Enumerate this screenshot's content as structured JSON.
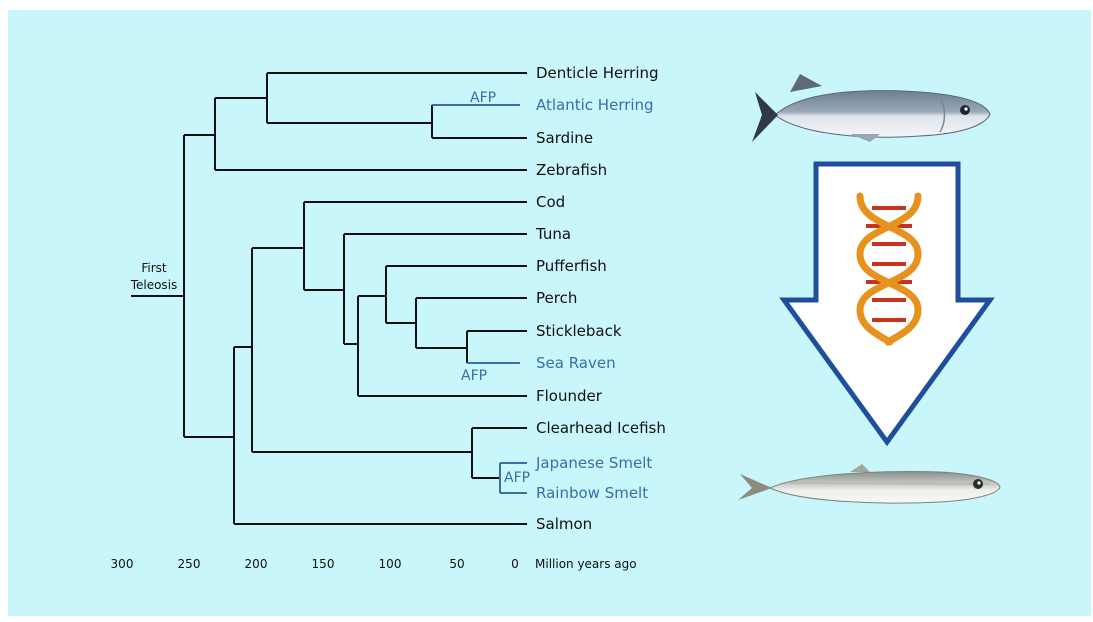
{
  "root_label": [
    "First",
    "Teleosis"
  ],
  "species": [
    {
      "name": "Denticle Herring",
      "afp": false
    },
    {
      "name": "Atlantic Herring",
      "afp": true
    },
    {
      "name": "Sardine",
      "afp": false
    },
    {
      "name": "Zebrafish",
      "afp": false
    },
    {
      "name": "Cod",
      "afp": false
    },
    {
      "name": "Tuna",
      "afp": false
    },
    {
      "name": "Pufferfish",
      "afp": false
    },
    {
      "name": "Perch",
      "afp": false
    },
    {
      "name": "Stickleback",
      "afp": false
    },
    {
      "name": "Sea Raven",
      "afp": true
    },
    {
      "name": "Flounder",
      "afp": false
    },
    {
      "name": "Clearhead Icefish",
      "afp": false
    },
    {
      "name": "Japanese Smelt",
      "afp": true
    },
    {
      "name": "Rainbow Smelt",
      "afp": true
    },
    {
      "name": "Salmon",
      "afp": false
    }
  ],
  "afp_label": "AFP",
  "time_axis": {
    "ticks": [
      "300",
      "250",
      "200",
      "150",
      "100",
      "50",
      "0"
    ],
    "unit_label": "Million years ago"
  },
  "colors": {
    "background": "#c8f6fa",
    "tree": "#111111",
    "afp_species": "#3a6ea5",
    "arrow_border": "#1f4f9c",
    "dna_orange": "#e8921e",
    "dna_red": "#c8321e"
  },
  "icons": [
    "herring-fish-icon",
    "down-arrow-icon",
    "dna-helix-icon",
    "smelt-fish-icon"
  ]
}
